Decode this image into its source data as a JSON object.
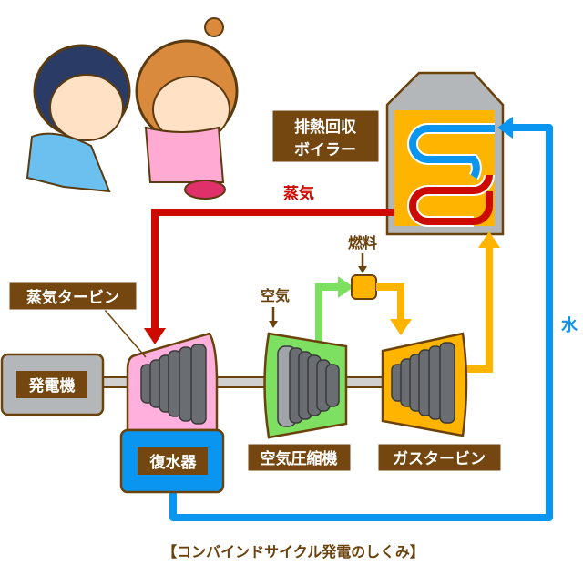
{
  "diagram": {
    "caption": "【コンバインドサイクル発電のしくみ】",
    "boiler_label_line1": "排熱回収",
    "boiler_label_line2": "ボイラー",
    "steam_label": "蒸気",
    "fuel_label": "燃料",
    "steam_turbine_label": "蒸気タービン",
    "air_label": "空気",
    "water_label": "水",
    "generator_label": "発電機",
    "condenser_label": "復水器",
    "compressor_label": "空気圧縮機",
    "gas_turbine_label": "ガスタービン"
  },
  "colors": {
    "steam": "#cc0a00",
    "water": "#0a96f0",
    "exhaust": "#ffb400",
    "air": "#7de060",
    "label_bg": "#754710",
    "steam_turbine": "#ffb0dc",
    "generator": "#b4b7ba"
  }
}
